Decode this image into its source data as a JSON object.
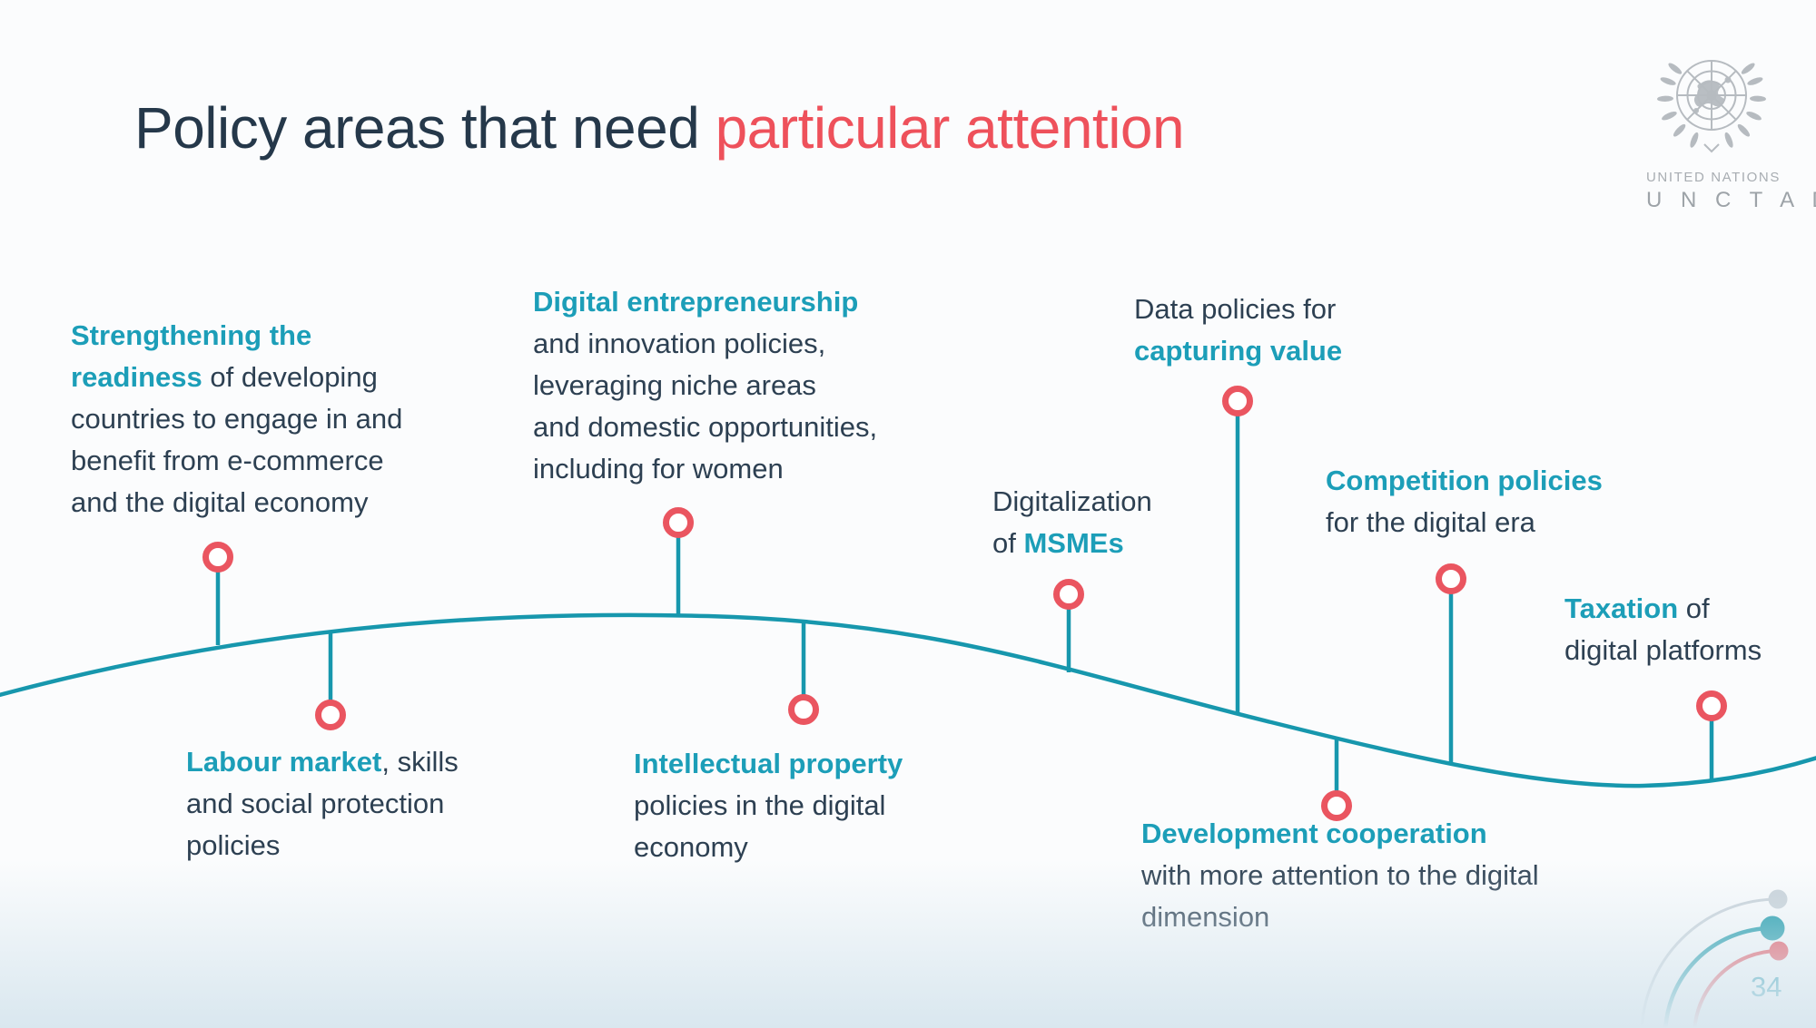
{
  "title": {
    "dark": "Policy areas that need ",
    "accent": "particular attention"
  },
  "logo": {
    "org": "UNITED NATIONS",
    "unit": "U N C T A D",
    "icon": "un-emblem-globe-laurel-icon"
  },
  "footer": {
    "page_number": "34"
  },
  "colors": {
    "accent_teal": "#1c9eb8",
    "wave_teal": "#1797ad",
    "marker_red": "#ea5560",
    "title_navy": "#25384a",
    "title_red": "#ee515b",
    "body_navy": "#2d4052",
    "logo_gray": "#b6bbc0",
    "arc_gray": "#c9d2d9",
    "arc_teal": "#1b9aaa",
    "arc_red": "#e8515c",
    "bottom_band": "#d9e7ef"
  },
  "policy_areas": [
    {
      "id": "strengthening",
      "lines": [
        [
          {
            "text": "Strengthening the",
            "style": "hl"
          }
        ],
        [
          {
            "text": "readiness",
            "style": "hl"
          },
          {
            "text": " of developing",
            "style": "pl"
          }
        ],
        [
          {
            "text": "countries to engage in and",
            "style": "pl"
          }
        ],
        [
          {
            "text": "benefit from e-commerce",
            "style": "pl"
          }
        ],
        [
          {
            "text": "and the digital economy",
            "style": "pl"
          }
        ]
      ]
    },
    {
      "id": "digital-entrepreneurship",
      "lines": [
        [
          {
            "text": "Digital entrepreneurship",
            "style": "hl"
          }
        ],
        [
          {
            "text": "and innovation policies,",
            "style": "pl"
          }
        ],
        [
          {
            "text": "leveraging niche areas",
            "style": "pl"
          }
        ],
        [
          {
            "text": "and domestic opportunities,",
            "style": "pl"
          }
        ],
        [
          {
            "text": "including for women",
            "style": "pl"
          }
        ]
      ]
    },
    {
      "id": "data-policies",
      "lines": [
        [
          {
            "text": "Data policies for",
            "style": "pl"
          }
        ],
        [
          {
            "text": "capturing value",
            "style": "hl"
          }
        ]
      ]
    },
    {
      "id": "digitalization-msmes",
      "lines": [
        [
          {
            "text": "Digitalization",
            "style": "pl"
          }
        ],
        [
          {
            "text": "of ",
            "style": "pl"
          },
          {
            "text": "MSMEs",
            "style": "hl"
          }
        ]
      ]
    },
    {
      "id": "competition-policies",
      "lines": [
        [
          {
            "text": "Competition policies",
            "style": "hl"
          }
        ],
        [
          {
            "text": "for the digital era",
            "style": "pl"
          }
        ]
      ]
    },
    {
      "id": "taxation",
      "lines": [
        [
          {
            "text": "Taxation",
            "style": "hl"
          },
          {
            "text": " of",
            "style": "pl"
          }
        ],
        [
          {
            "text": "digital platforms",
            "style": "pl"
          }
        ]
      ]
    },
    {
      "id": "labour-market",
      "lines": [
        [
          {
            "text": "Labour market",
            "style": "hl"
          },
          {
            "text": ", skills",
            "style": "pl"
          }
        ],
        [
          {
            "text": "and social protection",
            "style": "pl"
          }
        ],
        [
          {
            "text": "policies",
            "style": "pl"
          }
        ]
      ]
    },
    {
      "id": "intellectual-property",
      "lines": [
        [
          {
            "text": "Intellectual property",
            "style": "hl"
          }
        ],
        [
          {
            "text": "policies in the digital",
            "style": "pl"
          }
        ],
        [
          {
            "text": "economy",
            "style": "pl"
          }
        ]
      ]
    },
    {
      "id": "development-cooperation",
      "lines": [
        [
          {
            "text": "Development cooperation",
            "style": "hl"
          }
        ],
        [
          {
            "text": "with more attention to the digital",
            "style": "pl"
          }
        ],
        [
          {
            "text": "dimension",
            "style": "pl"
          }
        ]
      ]
    }
  ]
}
